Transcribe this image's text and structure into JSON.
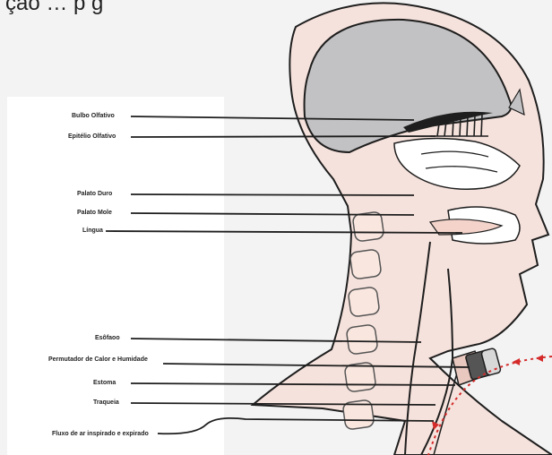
{
  "caption": "ção … p g",
  "labels": [
    "Bulbo Olfativo",
    "Epitélio Olfativo",
    "Palato Duro",
    "Palato Mole",
    "Língua",
    "Esôfaoo",
    "Permutador de Calor e Humidade",
    "Estoma",
    "Traqueia",
    "Fluxo de ar inspirado e expirado"
  ],
  "colors": {
    "skin": "#f6e2dc",
    "outline": "#1e1e1e",
    "brain": "#c2c2c4",
    "bone": "#f9e6df",
    "airflow": "#d42a2a",
    "background": "#f3f3f3"
  }
}
